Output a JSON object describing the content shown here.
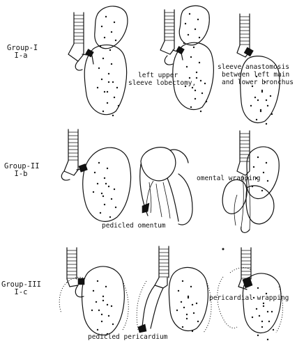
{
  "groups": [
    {
      "name": "Group-I",
      "code": "I-a",
      "captions": [
        "left upper",
        "sleeve lobectomy,",
        "sleeve anastomosis",
        "between left main",
        "and lower bronchus"
      ]
    },
    {
      "name": "Group-II",
      "code": "I-b",
      "captions": [
        "omental wrapping",
        "pedicled omentum"
      ]
    },
    {
      "name": "Group-III",
      "code": "I-c",
      "captions": [
        "pericardial wrapping",
        "pedicled pericardium"
      ]
    }
  ]
}
